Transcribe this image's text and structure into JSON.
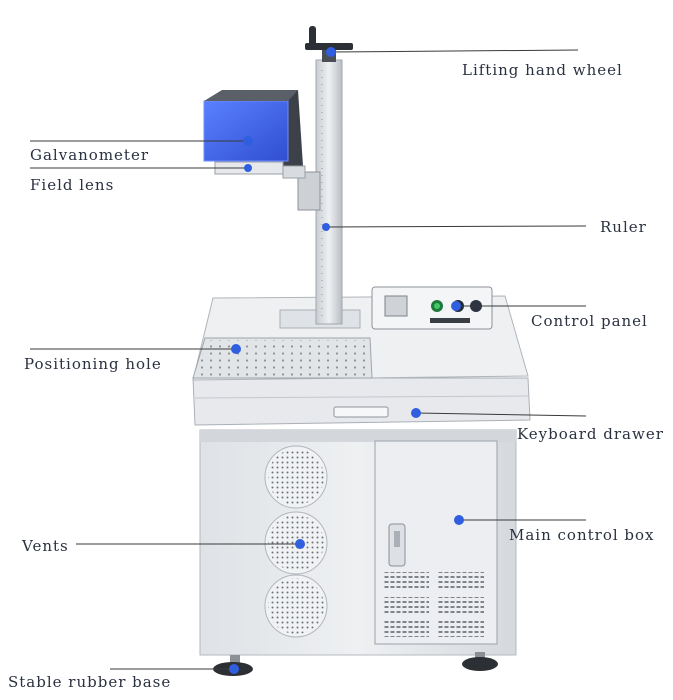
{
  "colors": {
    "leader_line": "#3a3a3a",
    "marker_dot": "#2f5fe0",
    "label_text": "#2a3140",
    "galvo_face": "#4a6ef0",
    "machine_body": "#e8eaed"
  },
  "callouts": {
    "lifting_hand_wheel": "Lifting hand wheel",
    "galvanometer": "Galvanometer",
    "field_lens": "Field lens",
    "ruler": "Ruler",
    "control_panel": "Control panel",
    "positioning_hole": "Positioning hole",
    "keyboard_drawer": "Keyboard drawer",
    "vents": "Vents",
    "main_control_box": "Main control box",
    "stable_rubber_base": "Stable rubber base"
  }
}
